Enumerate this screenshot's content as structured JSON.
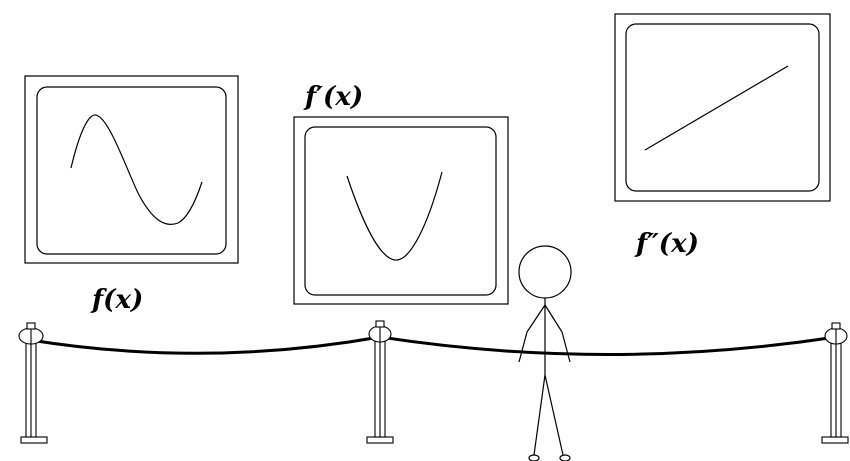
{
  "paintings": [
    {
      "id": "f",
      "label": "f(x)"
    },
    {
      "id": "fprime",
      "label": "f′(x)"
    },
    {
      "id": "fdoubleprime",
      "label": "f″(x)"
    }
  ],
  "colors": {
    "ink": "#000000",
    "background": "#ffffff"
  }
}
